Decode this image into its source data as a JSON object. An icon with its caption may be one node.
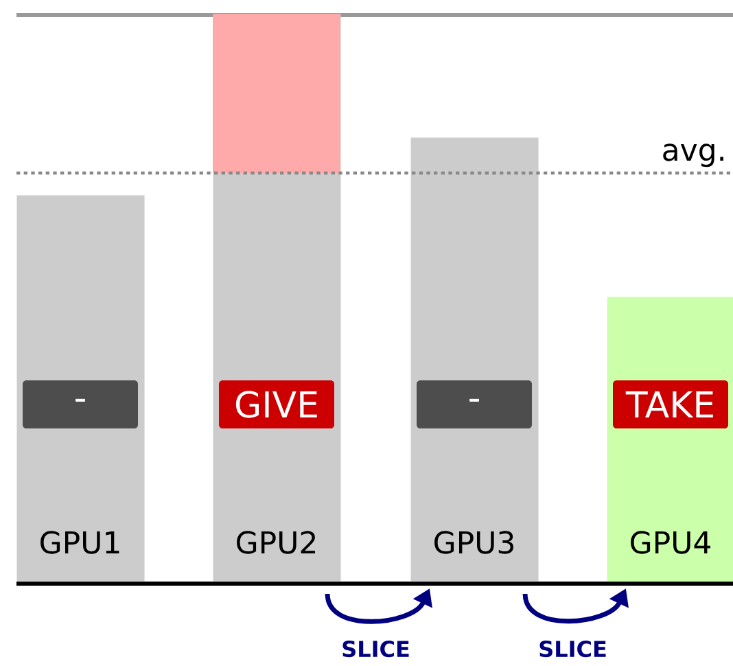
{
  "diagram": {
    "nodes": [
      {
        "text": [
          "GPU1"
        ]
      },
      {
        "text": [
          "-"
        ],
        "in": 0
      },
      {
        "text": [
          "GPU2"
        ]
      },
      {
        "text": [
          "GIVE"
        ],
        "in": 2
      },
      {
        "text": [
          "GPU3"
        ]
      },
      {
        "text": [
          "-"
        ],
        "in": 4
      },
      {
        "text": [
          "GPU4"
        ]
      },
      {
        "text": [
          "TAKE"
        ],
        "in": 6
      }
    ],
    "edges": [
      {
        "from": 2,
        "to": 4,
        "arrow": "to",
        "label": "SLICE"
      },
      {
        "from": 4,
        "to": 6,
        "arrow": "to",
        "label": "SLICE"
      }
    ],
    "labels": [
      "avg."
    ]
  }
}
